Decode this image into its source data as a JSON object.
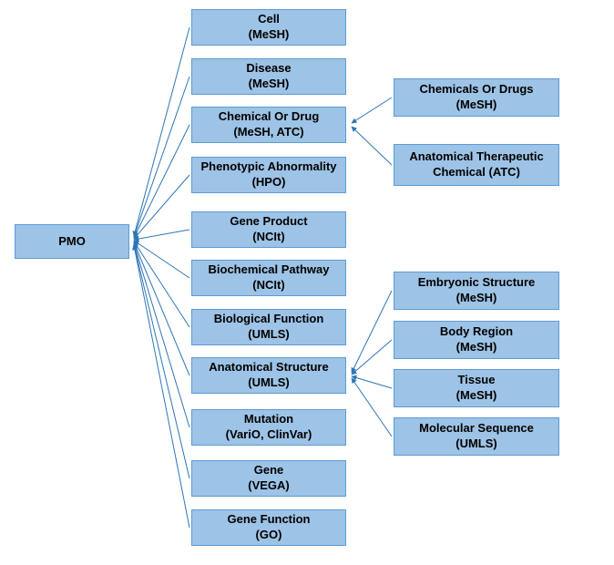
{
  "colors": {
    "box_fill": "#9DC3E6",
    "box_border": "#5B9BD5",
    "connector": "#2E75B6",
    "text": "#000000"
  },
  "nodes": {
    "root": {
      "label": "PMO"
    },
    "middle": [
      {
        "line1": "Cell",
        "line2": "(MeSH)"
      },
      {
        "line1": "Disease",
        "line2": "(MeSH)"
      },
      {
        "line1": "Chemical Or Drug",
        "line2": "(MeSH, ATC)"
      },
      {
        "line1": "Phenotypic Abnormality",
        "line2": "(HPO)"
      },
      {
        "line1": "Gene Product",
        "line2": "(NCIt)"
      },
      {
        "line1": "Biochemical Pathway",
        "line2": "(NCIt)"
      },
      {
        "line1": "Biological Function",
        "line2": "(UMLS)"
      },
      {
        "line1": "Anatomical Structure",
        "line2": "(UMLS)"
      },
      {
        "line1": "Mutation",
        "line2": "(VariO, ClinVar)"
      },
      {
        "line1": "Gene",
        "line2": "(VEGA)"
      },
      {
        "line1": "Gene Function",
        "line2": "(GO)"
      }
    ],
    "right": [
      {
        "line1": "Chemicals Or Drugs",
        "line2": "(MeSH)"
      },
      {
        "line1": "Anatomical Therapeutic",
        "line2": "Chemical (ATC)"
      },
      {
        "line1": "Embryonic Structure",
        "line2": "(MeSH)"
      },
      {
        "line1": "Body Region",
        "line2": "(MeSH)"
      },
      {
        "line1": "Tissue",
        "line2": "(MeSH)"
      },
      {
        "line1": "Molecular Sequence",
        "line2": "(UMLS)"
      }
    ]
  },
  "edges": [
    {
      "child": "Cell",
      "parent": "PMO"
    },
    {
      "child": "Disease",
      "parent": "PMO"
    },
    {
      "child": "Chemical Or Drug",
      "parent": "PMO"
    },
    {
      "child": "Phenotypic Abnormality",
      "parent": "PMO"
    },
    {
      "child": "Gene Product",
      "parent": "PMO"
    },
    {
      "child": "Biochemical Pathway",
      "parent": "PMO"
    },
    {
      "child": "Biological Function",
      "parent": "PMO"
    },
    {
      "child": "Anatomical Structure",
      "parent": "PMO"
    },
    {
      "child": "Mutation",
      "parent": "PMO"
    },
    {
      "child": "Gene",
      "parent": "PMO"
    },
    {
      "child": "Gene Function",
      "parent": "PMO"
    },
    {
      "child": "Chemicals Or Drugs",
      "parent": "Chemical Or Drug"
    },
    {
      "child": "Anatomical Therapeutic Chemical",
      "parent": "Chemical Or Drug"
    },
    {
      "child": "Embryonic Structure",
      "parent": "Anatomical Structure"
    },
    {
      "child": "Body Region",
      "parent": "Anatomical Structure"
    },
    {
      "child": "Tissue",
      "parent": "Anatomical Structure"
    },
    {
      "child": "Molecular Sequence",
      "parent": "Anatomical Structure"
    }
  ]
}
